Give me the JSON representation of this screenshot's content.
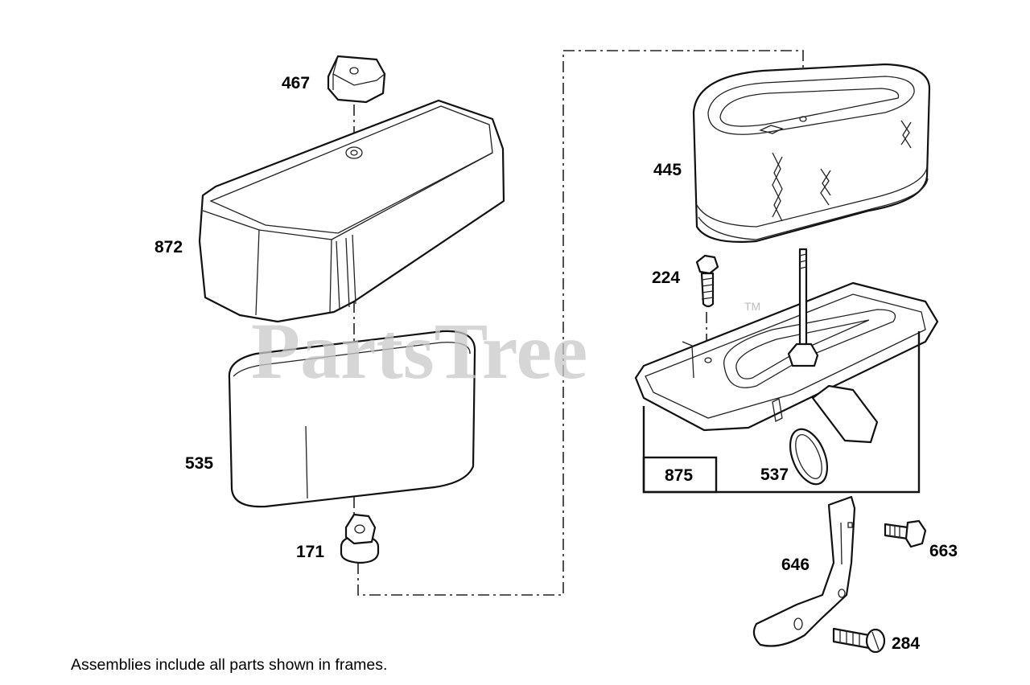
{
  "watermark": {
    "text": "PartsTree",
    "trademark": "TM"
  },
  "footnote": "Assemblies include all parts shown in frames.",
  "parts": {
    "p467": "467",
    "p872": "872",
    "p535": "535",
    "p171": "171",
    "p445": "445",
    "p224": "224",
    "p875": "875",
    "p537": "537",
    "p646": "646",
    "p663": "663",
    "p284": "284"
  }
}
